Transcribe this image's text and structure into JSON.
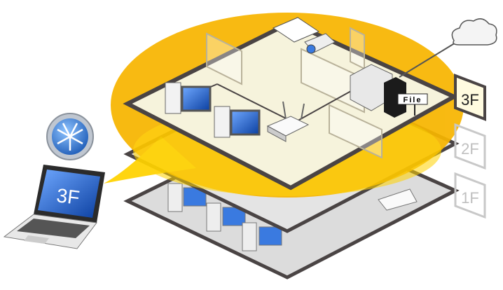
{
  "floors": {
    "top": "3F",
    "middle": "2F",
    "bottom": "1F"
  },
  "server_label": "File",
  "laptop_screen_text": "3F",
  "colors": {
    "bubble": "#f7b500",
    "bubble_light": "#ffd200",
    "floor_active": "#f6f3dc",
    "floor_inactive": "#dcdcdc",
    "floor_edge": "#4a4444",
    "screen": "#1a5fc8"
  }
}
